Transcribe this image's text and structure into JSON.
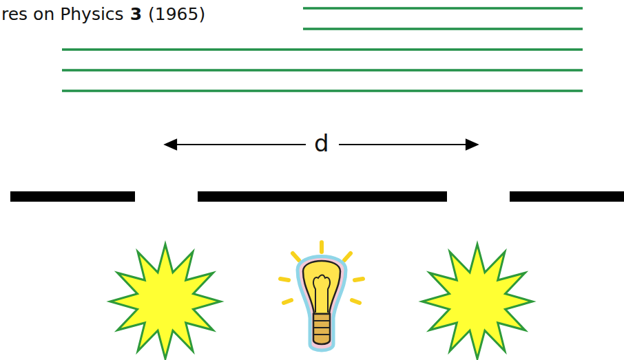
{
  "diagram": {
    "labels": [
      "res on Physics",
      "3",
      "(1965)",
      "d"
    ]
  }
}
